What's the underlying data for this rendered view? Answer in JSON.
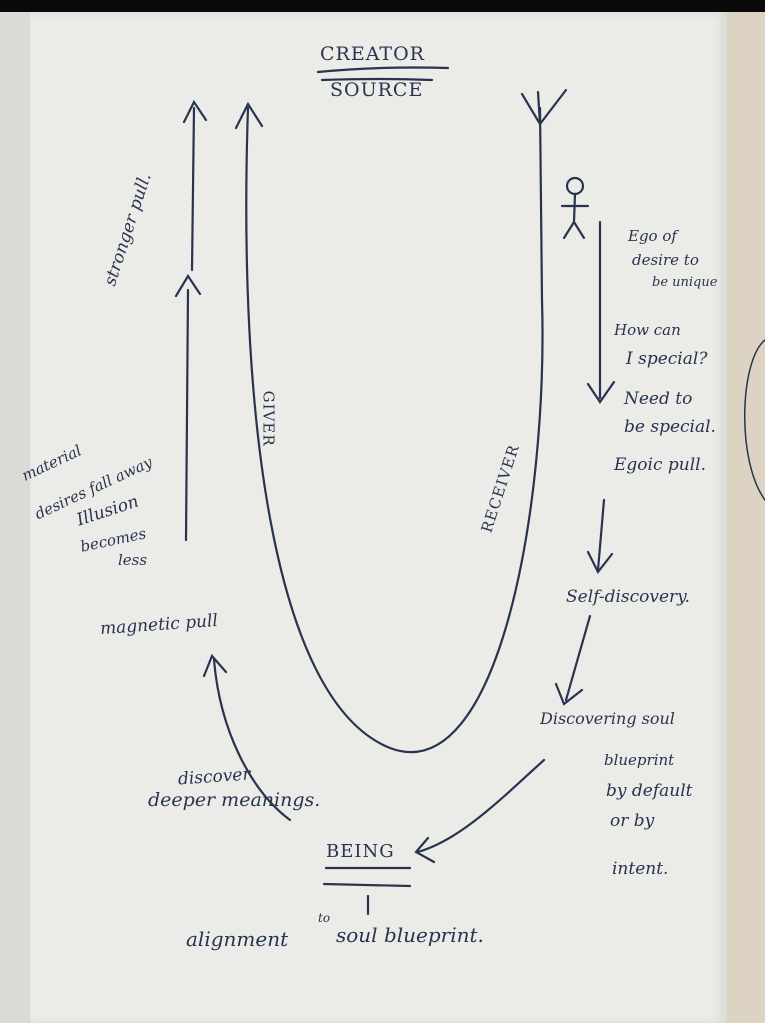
{
  "title": {
    "line1": "CREATOR",
    "line2": "SOURCE"
  },
  "left_side": {
    "stronger_pull": "stronger pull.",
    "giver": "GIVER",
    "material_line1": "material",
    "material_line2": "desires fall away",
    "illusion_line1": "Illusion",
    "illusion_line2": "becomes",
    "illusion_line3": "less",
    "magnetic_pull": "magnetic pull",
    "discover_line1": "discover",
    "discover_line2": "deeper meanings."
  },
  "right_side": {
    "receiver": "RECEIVER",
    "ego_line1": "Ego of",
    "ego_line2": "desire to",
    "ego_line3": "be unique",
    "how_line1": "How can",
    "how_line2": "I special?",
    "need_line1": "Need to",
    "need_line2": "be special.",
    "egoic_pull": "Egoic pull.",
    "self_discovery": "Self-discovery.",
    "discovering_line1": "Discovering soul",
    "discovering_line2": "blueprint",
    "discovering_line3": "by default",
    "discovering_line4": "or by",
    "discovering_line5": "intent."
  },
  "bottom": {
    "being": "BEING",
    "alignment": "alignment",
    "to": "to",
    "soul_blueprint": "soul blueprint."
  },
  "colors": {
    "ink": "#28344f",
    "paper": "#ebebe8"
  }
}
